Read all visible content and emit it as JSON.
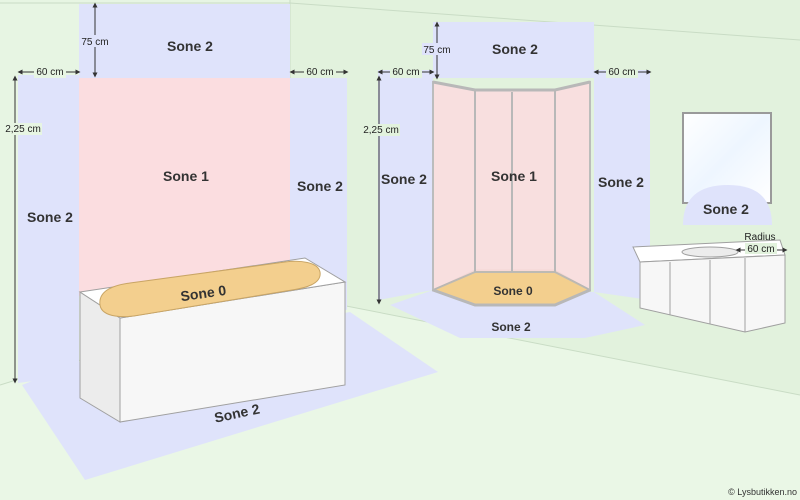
{
  "labels": {
    "zone2": "Sone 2",
    "zone1": "Sone 1",
    "zone0": "Sone 0",
    "radius": "Radius"
  },
  "dimensions": {
    "h75": "75 cm",
    "w60": "60 cm",
    "h225": "2,25 cm",
    "r60": "60 cm"
  },
  "credit": "© Lysbutikken.no",
  "colors": {
    "background": "#eef7ea",
    "wall": "#e3f2df",
    "zone2": "#dfe3fb",
    "zone1": "#fbdde0",
    "zone0": "#f3cf8e",
    "fixture": "#ffffff",
    "outline": "#9a9a9a"
  }
}
